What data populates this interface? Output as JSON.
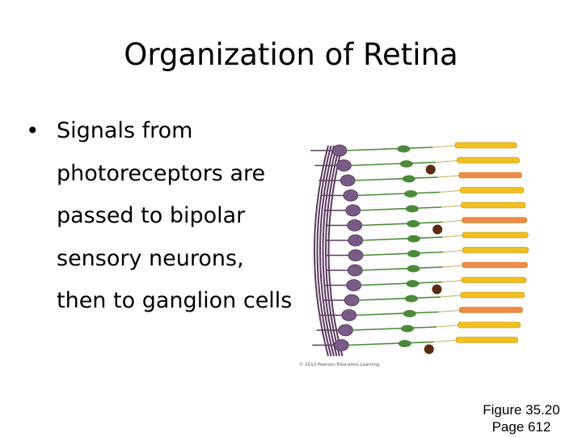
{
  "slide": {
    "title": "Organization of Retina",
    "bullet_symbol": "•",
    "bullet_text": "Signals from\nphotoreceptors are\npassed to bipolar\nsensory neurons,\nthen to ganglion cells",
    "figure": {
      "copyright": "© 2013 Pearson Education Learning",
      "colors": {
        "ganglion": "#7a5a86",
        "bipolar": "#4a8a3a",
        "rod": "#f0c020",
        "cone": "#f08a4a",
        "axon": "#5a3a5e"
      }
    },
    "caption": {
      "line1": "Figure 35.20",
      "line2": "Page 612"
    }
  }
}
